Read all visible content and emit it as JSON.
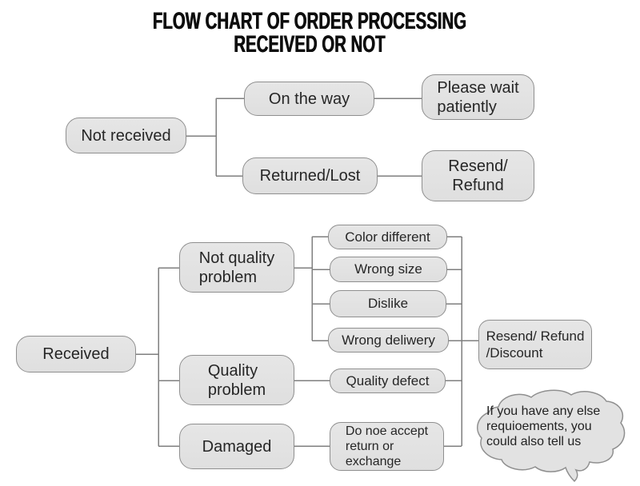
{
  "title": {
    "line1": "FLOW CHART OF ORDER PROCESSING",
    "line2": "RECEIVED OR NOT"
  },
  "nodes": {
    "not_received": {
      "label": "Not received"
    },
    "on_the_way": {
      "label": "On the way"
    },
    "please_wait": {
      "label": "Please wait\npatiently"
    },
    "returned_lost": {
      "label": "Returned/Lost"
    },
    "resend_refund": {
      "label": "Resend/\nRefund"
    },
    "received": {
      "label": "Received"
    },
    "not_quality": {
      "label": "Not quality\nproblem"
    },
    "quality_problem": {
      "label": "Quality\nproblem"
    },
    "damaged": {
      "label": "Damaged"
    },
    "color_different": {
      "label": "Color different"
    },
    "wrong_size": {
      "label": "Wrong size"
    },
    "dislike": {
      "label": "Dislike"
    },
    "wrong_deliwery": {
      "label": "Wrong deliwery"
    },
    "quality_defect": {
      "label": "Quality defect"
    },
    "do_not_accept": {
      "label": "Do noe accept\nreturn or\nexchange"
    },
    "resend_refund_discount": {
      "label": "Resend/ Refund\n/Discount"
    },
    "speech_bubble": {
      "label": "If you have any else\nrequioements, you\ncould also tell us"
    }
  },
  "edges": [
    {
      "from": "not_received",
      "to": "on_the_way"
    },
    {
      "from": "not_received",
      "to": "returned_lost"
    },
    {
      "from": "on_the_way",
      "to": "please_wait"
    },
    {
      "from": "returned_lost",
      "to": "resend_refund"
    },
    {
      "from": "received",
      "to": "not_quality"
    },
    {
      "from": "received",
      "to": "quality_problem"
    },
    {
      "from": "received",
      "to": "damaged"
    },
    {
      "from": "not_quality",
      "to": "color_different"
    },
    {
      "from": "not_quality",
      "to": "wrong_size"
    },
    {
      "from": "not_quality",
      "to": "dislike"
    },
    {
      "from": "not_quality",
      "to": "wrong_deliwery"
    },
    {
      "from": "quality_problem",
      "to": "quality_defect"
    },
    {
      "from": "damaged",
      "to": "do_not_accept"
    },
    {
      "from": "color_different",
      "to": "resend_refund_discount"
    },
    {
      "from": "wrong_size",
      "to": "resend_refund_discount"
    },
    {
      "from": "dislike",
      "to": "resend_refund_discount"
    },
    {
      "from": "wrong_deliwery",
      "to": "resend_refund_discount"
    },
    {
      "from": "quality_defect",
      "to": "resend_refund_discount"
    },
    {
      "from": "do_not_accept",
      "to": "resend_refund_discount"
    }
  ],
  "colors": {
    "background": "#ffffff",
    "box_fill": "#e2e2e2",
    "box_border": "#8f8f8f",
    "connector": "#7f7f7f",
    "text": "#262626",
    "title_text": "#0d0d0d"
  }
}
